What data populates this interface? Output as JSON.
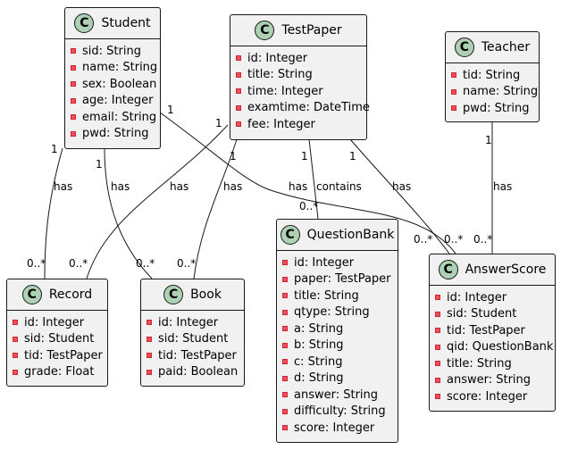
{
  "diagram": {
    "class_badge": "C",
    "classes": {
      "student": {
        "name": "Student",
        "attributes": [
          "sid: String",
          "name: String",
          "sex: Boolean",
          "age: Integer",
          "email: String",
          "pwd: String"
        ]
      },
      "testpaper": {
        "name": "TestPaper",
        "attributes": [
          "id: Integer",
          "title: String",
          "time: Integer",
          "examtime: DateTime",
          "fee: Integer"
        ]
      },
      "teacher": {
        "name": "Teacher",
        "attributes": [
          "tid: String",
          "name: String",
          "pwd: String"
        ]
      },
      "questionbank": {
        "name": "QuestionBank",
        "attributes": [
          "id: Integer",
          "paper: TestPaper",
          "title: String",
          "qtype: String",
          "a: String",
          "b: String",
          "c: String",
          "d: String",
          "answer: String",
          "difficulty: String",
          "score: Integer"
        ]
      },
      "answerscore": {
        "name": "AnswerScore",
        "attributes": [
          "id: Integer",
          "sid: Student",
          "tid: TestPaper",
          "qid: QuestionBank",
          "title: String",
          "answer: String",
          "score: Integer"
        ]
      },
      "record": {
        "name": "Record",
        "attributes": [
          "id: Integer",
          "sid: Student",
          "tid: TestPaper",
          "grade: Float"
        ]
      },
      "book": {
        "name": "Book",
        "attributes": [
          "id: Integer",
          "sid: Student",
          "tid: TestPaper",
          "paid: Boolean"
        ]
      }
    },
    "relations": [
      {
        "from": "Student",
        "to": "Record",
        "label": "has",
        "from_mult": "1",
        "to_mult": "0..*"
      },
      {
        "from": "Student",
        "to": "Book",
        "label": "has",
        "from_mult": "1",
        "to_mult": "0..*"
      },
      {
        "from": "Student",
        "to": "AnswerScore",
        "label": "has",
        "from_mult": "1",
        "to_mult": "0..*"
      },
      {
        "from": "TestPaper",
        "to": "Record",
        "label": "has",
        "from_mult": "1",
        "to_mult": "0..*"
      },
      {
        "from": "TestPaper",
        "to": "Book",
        "label": "has",
        "from_mult": "1",
        "to_mult": "0..*"
      },
      {
        "from": "TestPaper",
        "to": "QuestionBank",
        "label": "contains",
        "from_mult": "1",
        "to_mult": "0..*"
      },
      {
        "from": "TestPaper",
        "to": "AnswerScore",
        "label": "has",
        "from_mult": "1",
        "to_mult": "0..*"
      },
      {
        "from": "Teacher",
        "to": "AnswerScore",
        "label": "has",
        "from_mult": "1",
        "to_mult": "0..*"
      }
    ]
  }
}
